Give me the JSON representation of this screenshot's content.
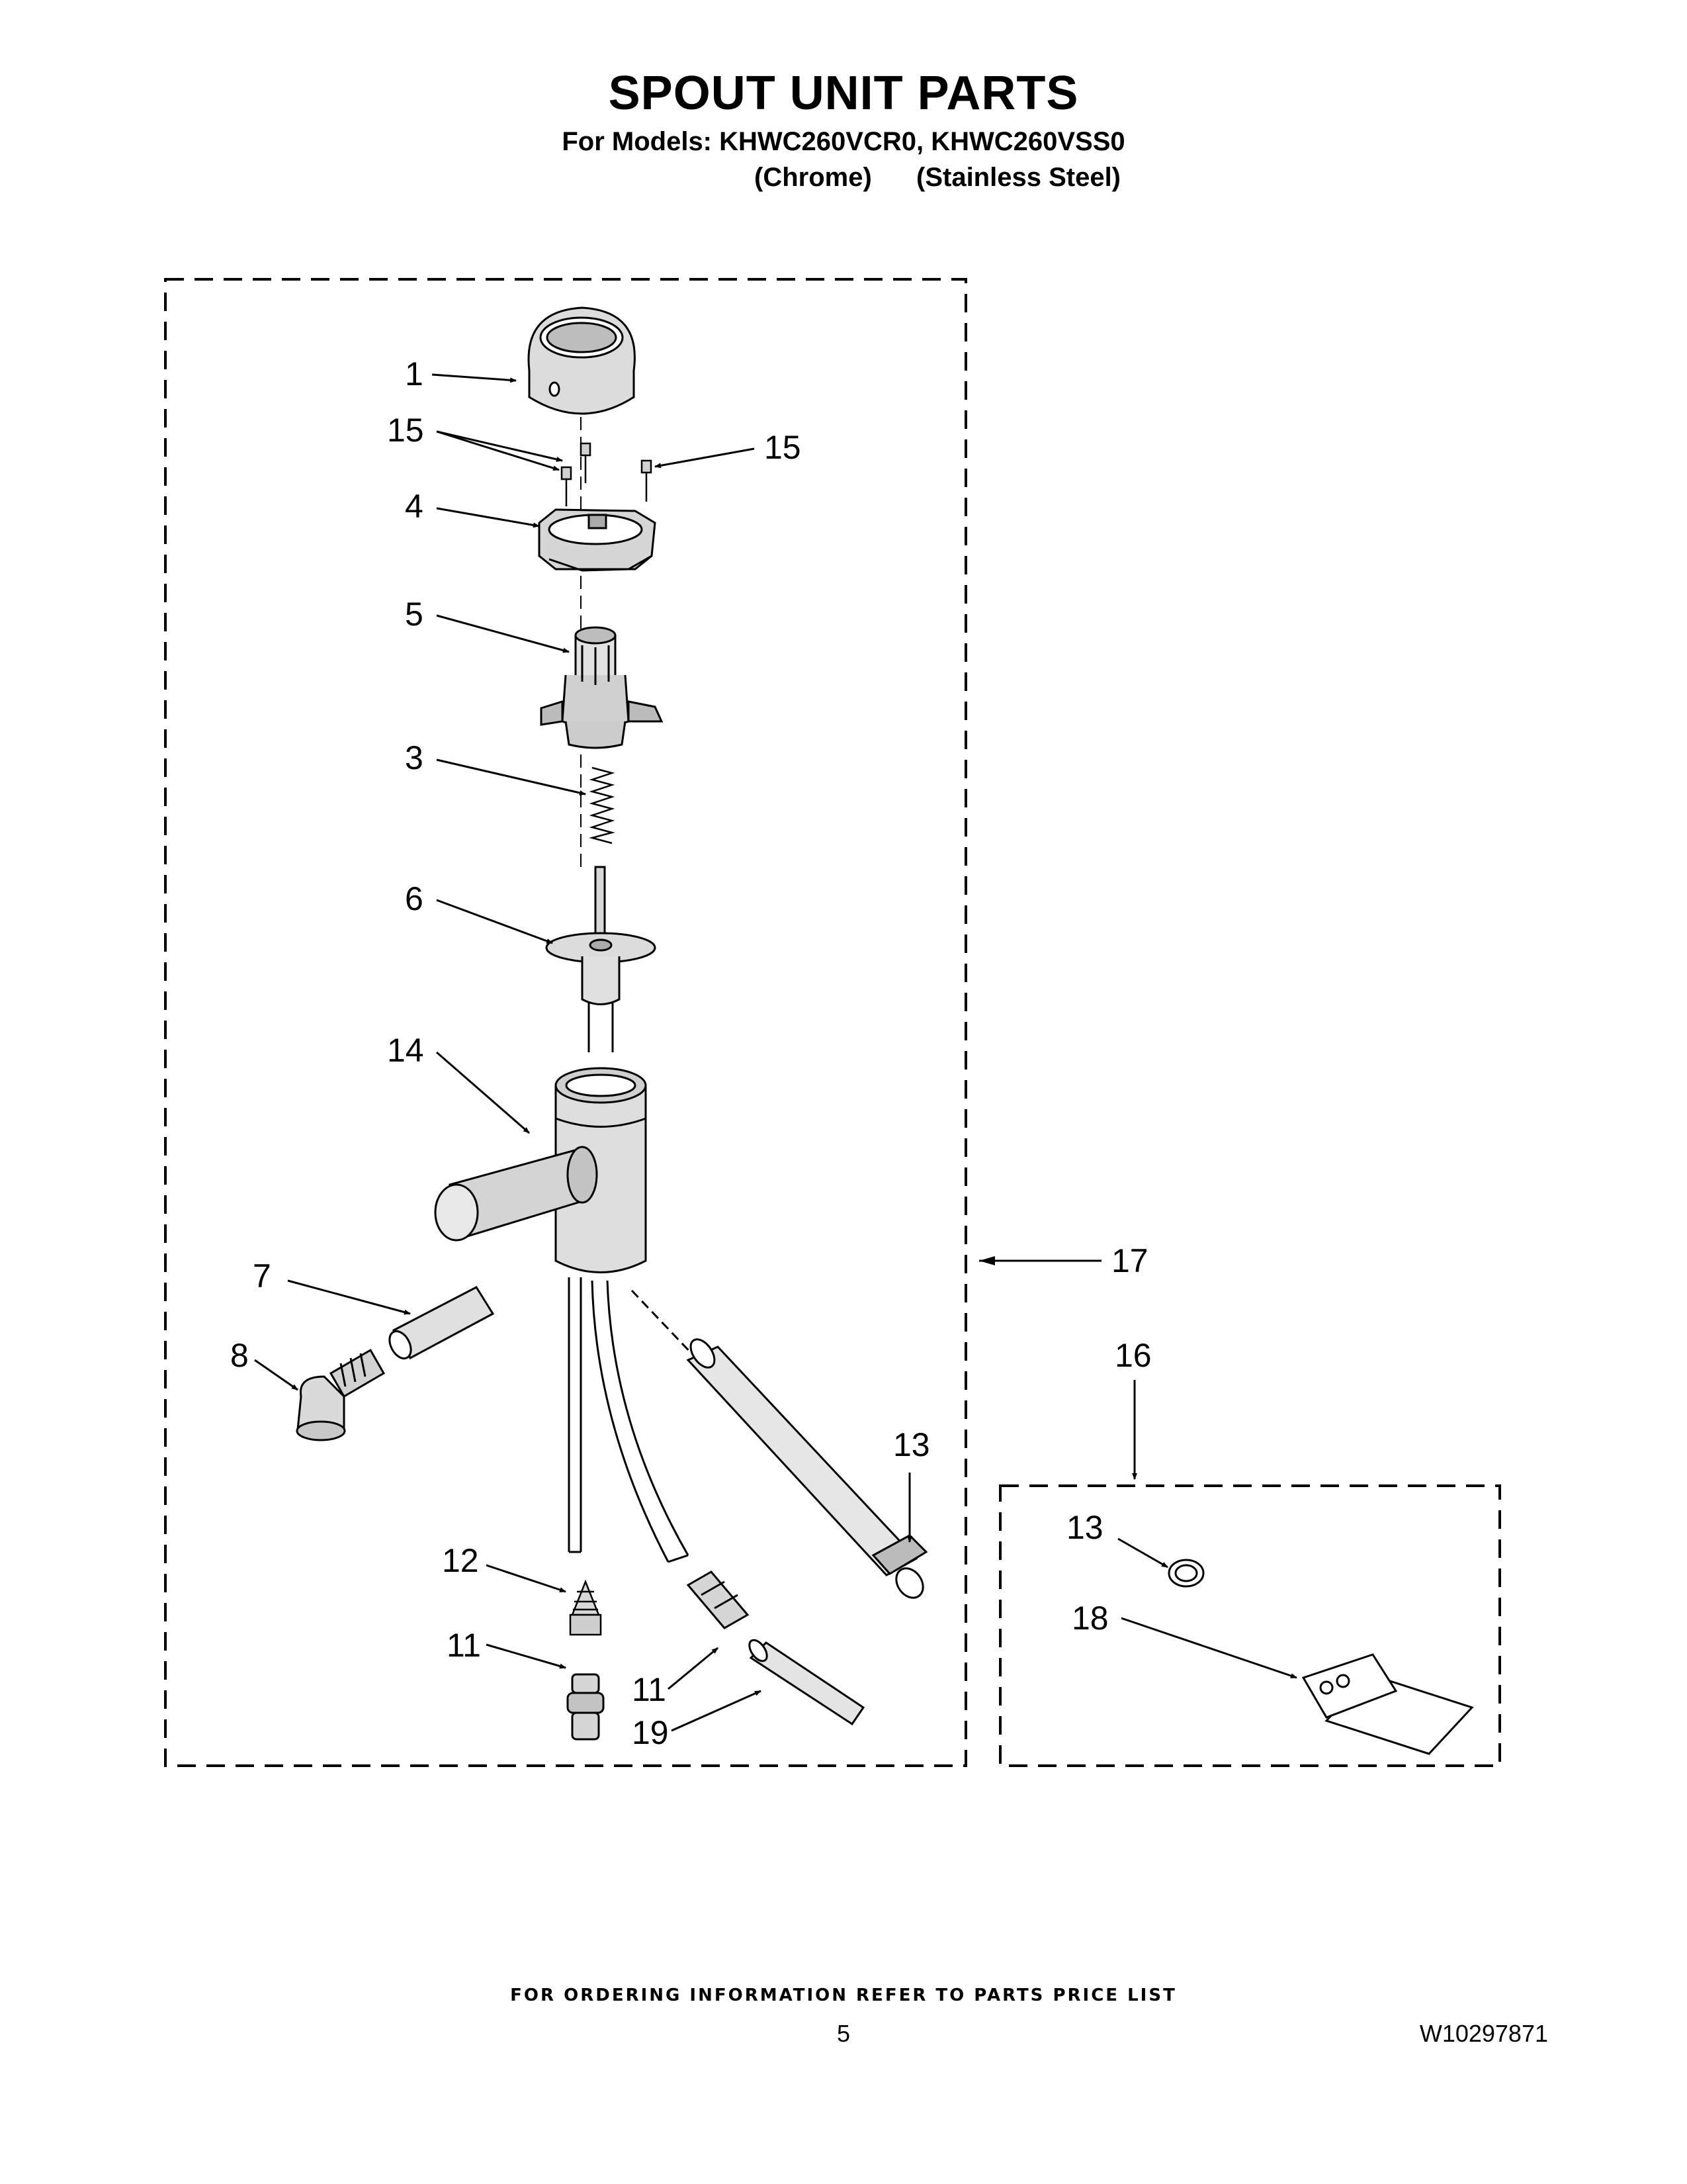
{
  "header": {
    "title": "SPOUT UNIT PARTS",
    "models_line": "For Models: KHWC260VCR0, KHWC260VSS0",
    "finish_1": "(Chrome)",
    "finish_2": "(Stainless Steel)"
  },
  "callouts": {
    "c1": "1",
    "c15a": "15",
    "c15b": "15",
    "c4": "4",
    "c5": "5",
    "c3": "3",
    "c6": "6",
    "c14": "14",
    "c7": "7",
    "c8": "8",
    "c17": "17",
    "c16": "16",
    "c13a": "13",
    "c13b": "13",
    "c18": "18",
    "c12": "12",
    "c11a": "11",
    "c11b": "11",
    "c19": "19"
  },
  "footer": {
    "ordering_note": "FOR ORDERING INFORMATION REFER TO PARTS PRICE LIST",
    "page_number": "5",
    "doc_number": "W10297871"
  }
}
